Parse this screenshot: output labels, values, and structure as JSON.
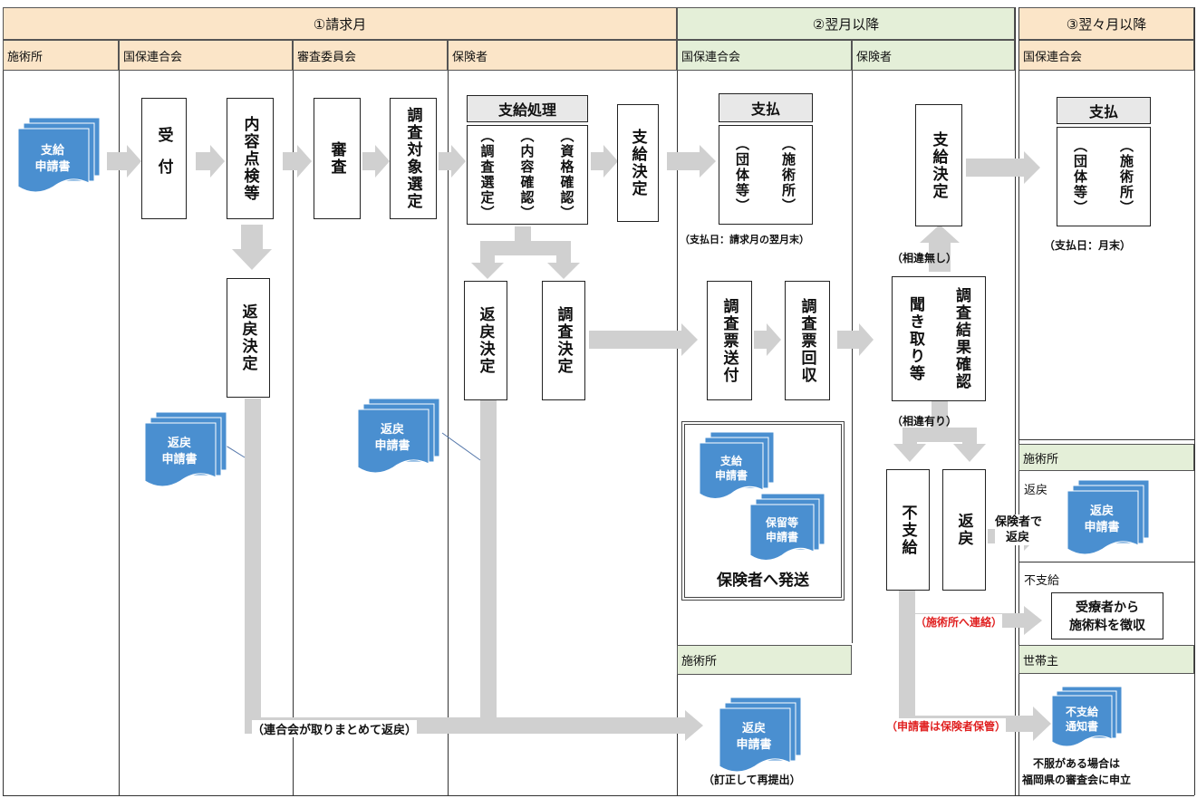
{
  "headers": {
    "period1": "①請求月",
    "period2": "②翌月以降",
    "period3": "③翌々月以降"
  },
  "subheaders": {
    "c1": "施術所",
    "c2": "国保連合会",
    "c3": "審査委員会",
    "c4": "保険者",
    "c5": "国保連合会",
    "c6": "保険者",
    "c7": "国保連合会",
    "r_shijutsu": "施術所",
    "r_shijutsu2": "施術所",
    "r_setainushi": "世帯主"
  },
  "docs": {
    "shikyu_shinsei_1": "支給",
    "shikyu_shinsei_2": "申請書",
    "henrei_1": "返戻",
    "henrei_2": "申請書",
    "horyu_1": "保留等",
    "horyu_2": "申請書",
    "fushikyu_1": "不支給",
    "fushikyu_2": "通知書"
  },
  "boxes": {
    "uketsuke": "受付",
    "naiyou_tenken": "内容点検等",
    "shinsa": "審査",
    "chousa_taishou": "調査対象選定",
    "shikyu_shori": "支給処理",
    "shikaku": "（資格確認）",
    "naiyou": "（内容確認）",
    "chousa_sentei": "（調査選定）",
    "shikyu_kettei": "支給決定",
    "shiharai_1": "支払",
    "shijutsujo_p": "（施術所）",
    "dantai_p": "（団体等）",
    "henrei_kettei_1": "返戻決定",
    "henrei_kettei_2": "返戻決定",
    "chousa_kettei": "調査決定",
    "chousahyo_soufu": "調査票送付",
    "chousahyo_kaishu": "調査票回収",
    "chousa_kekka_1": "調査結果確認",
    "chousa_kekka_2": "聞き取り等",
    "shikyu_kettei_2": "支給決定",
    "shiharai_2": "支払",
    "fushikyu": "不支給",
    "henrei": "返戻",
    "hokensha_hassou": "保険者へ発送",
    "jushinsha": "受療者から",
    "choushu": "施術料を徴収"
  },
  "notes": {
    "shiharaibi_1": "（支払日：請求月の翌月末）",
    "shiharaibi_2": "（支払日：月末）",
    "souinashi": "（相違無し）",
    "souiari": "（相違有り）",
    "rengoukai_torimatome": "（連合会が取りまとめて返戻）",
    "teisei": "（訂正して再提出）",
    "renraku": "（施術所へ連絡）",
    "hokan": "（申請書は保険者保管）",
    "henrei_label": "返戻",
    "fushikyu_label": "不支給",
    "hokensha_de_1": "保険者で",
    "hokensha_de_2": "返戻",
    "fufuku_1": "不服がある場合は",
    "fufuku_2": "福岡県の審査会に申立"
  },
  "colors": {
    "header_orange": "#fbe5c8",
    "header_green": "#e4efd8",
    "doc_blue": "#4a8fd0",
    "arrow_gray": "#d0d0d0",
    "note_red": "#e02020"
  }
}
